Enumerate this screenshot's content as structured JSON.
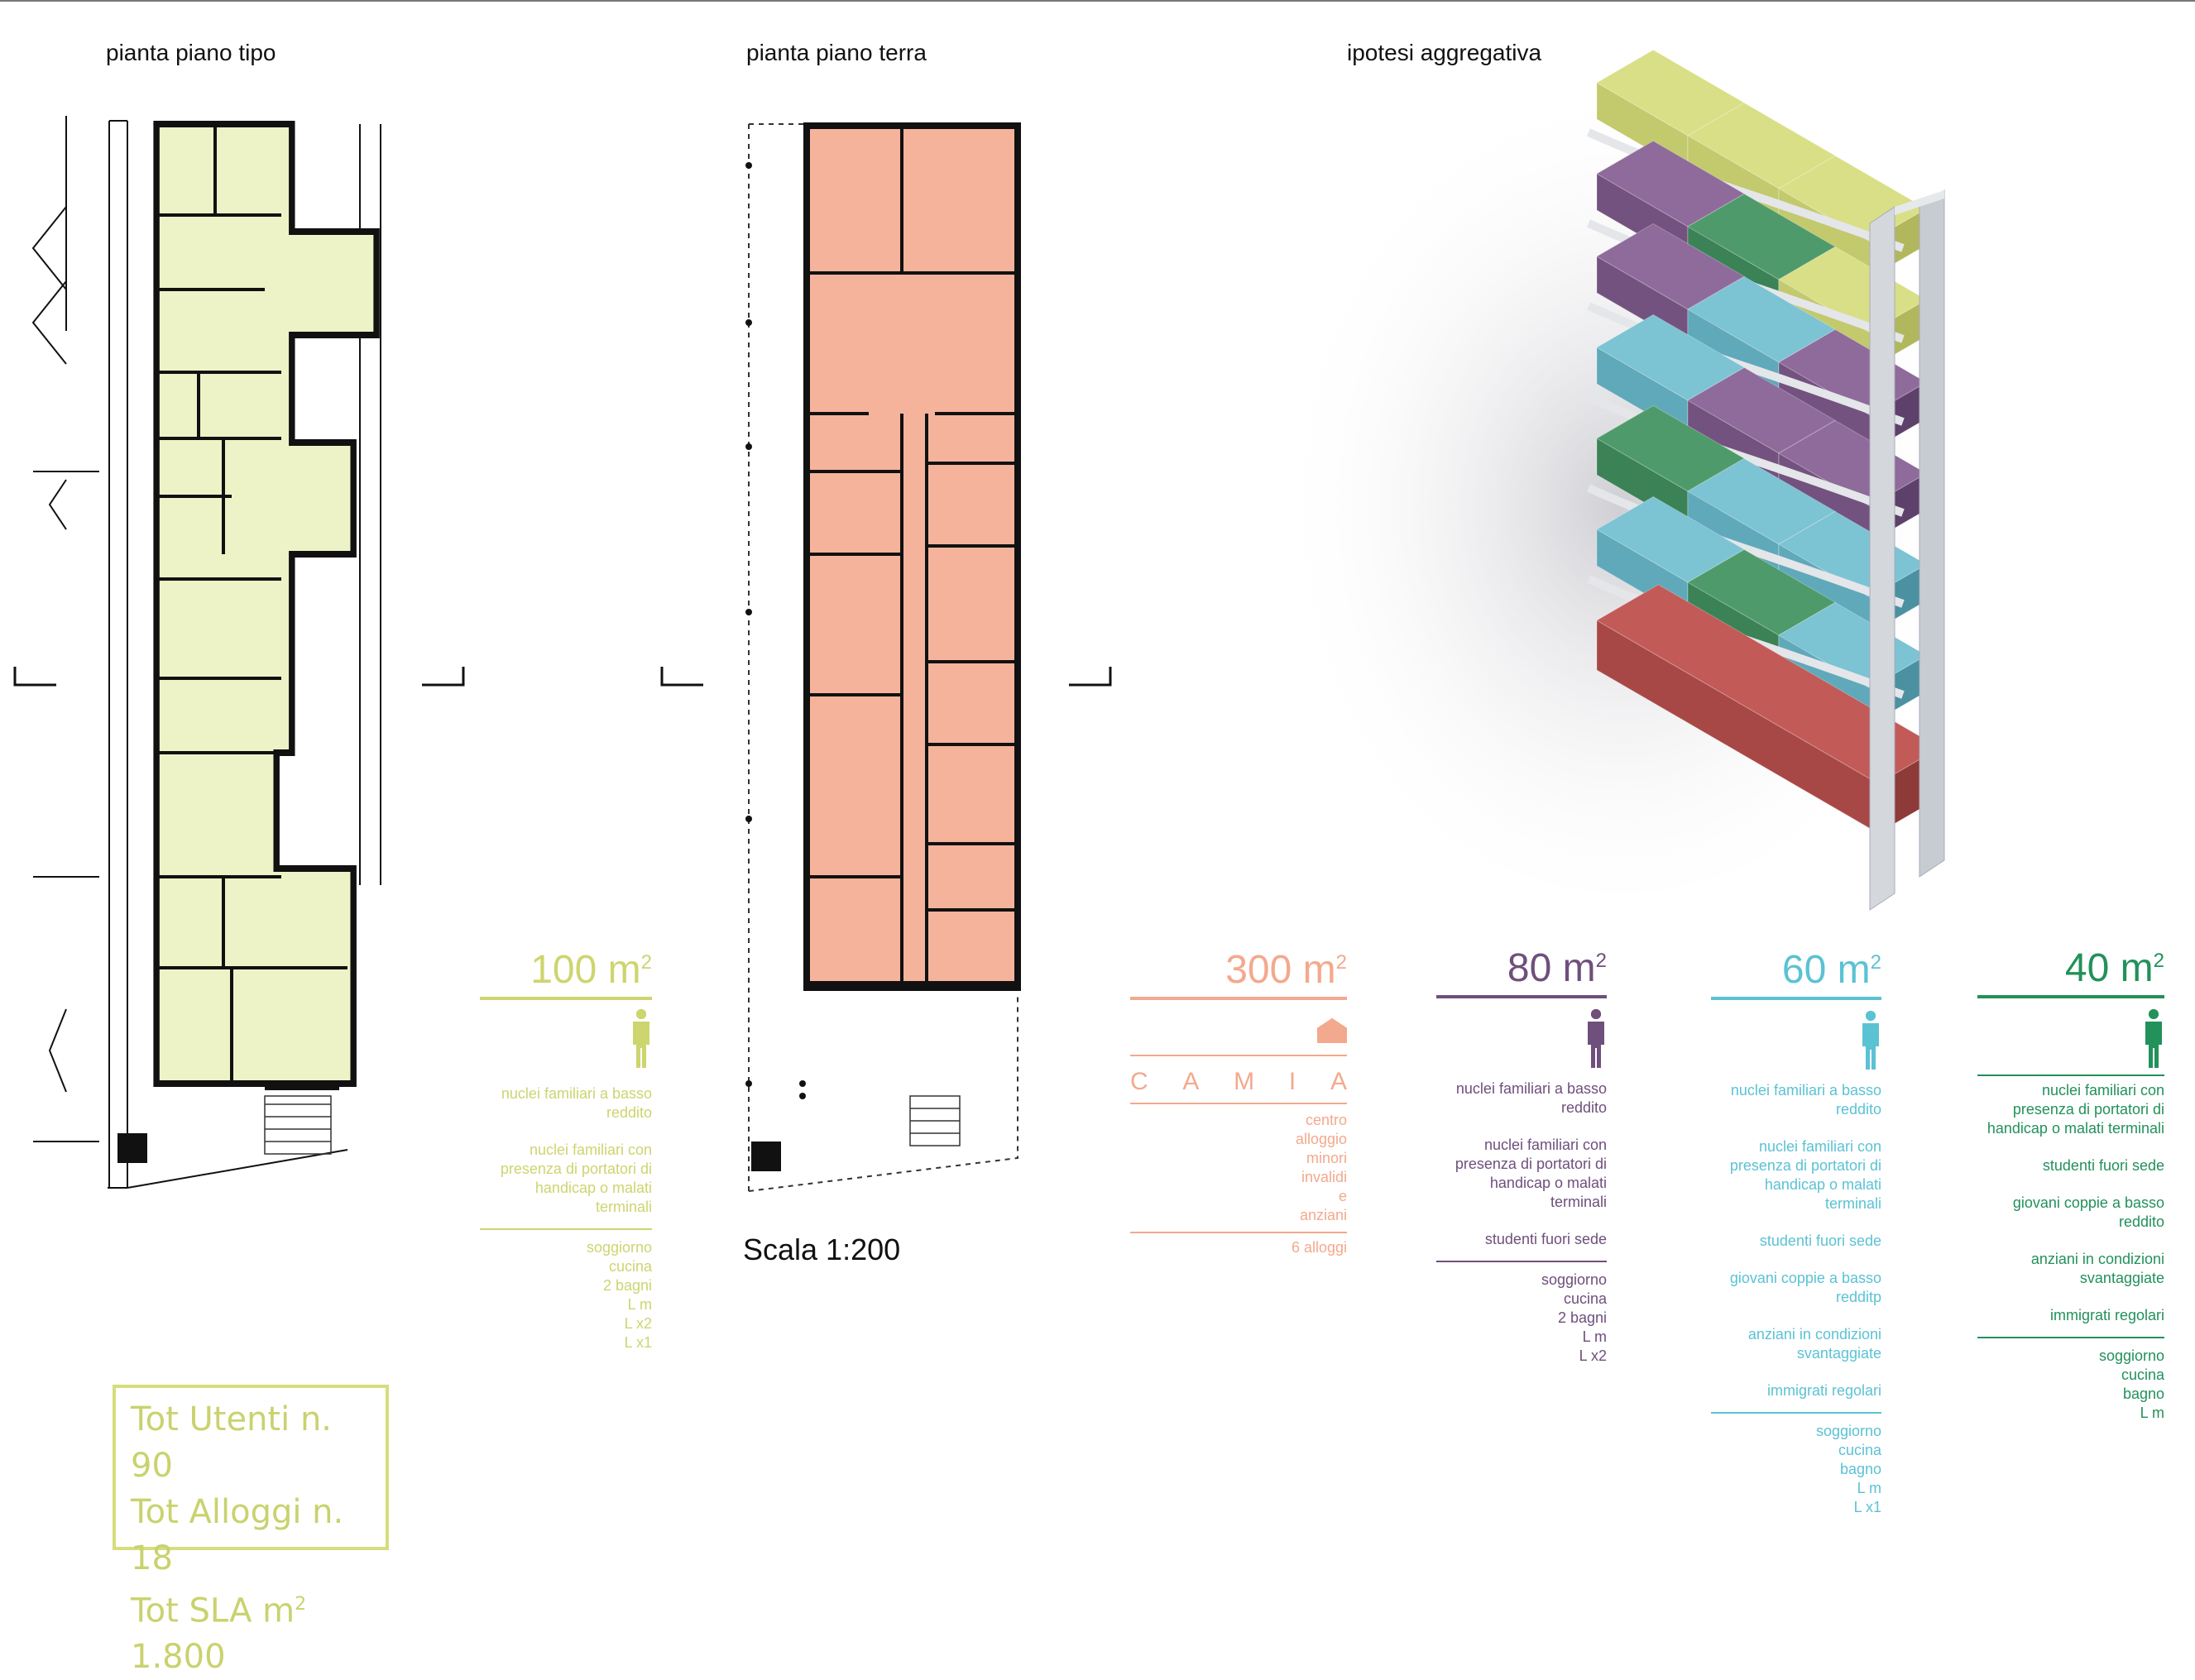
{
  "titles": {
    "typical_floor": "pianta piano tipo",
    "ground_floor": "pianta piano terra",
    "aggregation": "ipotesi aggregativa"
  },
  "scale": "Scala 1:200",
  "colors": {
    "m100": "#cdd56f",
    "m300": "#f3a98d",
    "m80": "#6f4f7c",
    "m60": "#5bc2d4",
    "m40": "#22915a",
    "plan_yellow": "#edf3c6",
    "plan_salmon": "#f6b39c"
  },
  "units": {
    "m100": {
      "area": "100 m",
      "sup": "2",
      "icon": "person-icon",
      "count": 5,
      "users": [
        "nuclei familiari a basso reddito",
        "nuclei familiari con presenza di portatori di handicap o malati terminali"
      ],
      "rooms": [
        "soggiorno",
        "cucina",
        "2 bagni",
        "L m",
        "L x2",
        "L x1"
      ]
    },
    "m300": {
      "area": "300 m",
      "sup": "2",
      "icon": "house-icon",
      "count": 6,
      "letters": [
        "C",
        "A",
        "M",
        "I",
        "A"
      ],
      "desc": [
        "centro",
        "alloggio",
        "minori",
        "invalidi",
        "e",
        "anziani"
      ],
      "alloggi": "6 alloggi"
    },
    "m80": {
      "area": "80 m",
      "sup": "2",
      "icon": "person-icon",
      "count": 4,
      "users": [
        "nuclei familiari a basso reddito",
        "nuclei familiari con presenza di portatori di handicap o malati terminali",
        "studenti fuori sede"
      ],
      "rooms": [
        "soggiorno",
        "cucina",
        "2 bagni",
        "L m",
        "L x2"
      ]
    },
    "m60": {
      "area": "60 m",
      "sup": "2",
      "icon": "person-icon",
      "count": 3,
      "users": [
        "nuclei familiari a basso reddito",
        "nuclei familiari con presenza di portatori di handicap o malati terminali",
        "studenti fuori sede",
        "giovani coppie a basso redditp",
        "anziani in condizioni svantaggiate",
        "immigrati regolari"
      ],
      "rooms": [
        "soggiorno",
        "cucina",
        "bagno",
        "L m",
        "L x1"
      ]
    },
    "m40": {
      "area": "40 m",
      "sup": "2",
      "icon": "person-icon",
      "count": 2,
      "users": [
        "nuclei familiari con presenza di portatori di handicap o malati terminali",
        "studenti fuori sede",
        "giovani coppie a basso reddito",
        "anziani in condizioni svantaggiate",
        "immigrati regolari"
      ],
      "rooms": [
        "soggiorno",
        "cucina",
        "bagno",
        "L m"
      ]
    }
  },
  "totals": {
    "utenti": "Tot Utenti n. 90",
    "alloggi": "Tot Alloggi n. 18",
    "sla_prefix": "Tot SLA m",
    "sla_sup": "2",
    "sla_value": " 1.800"
  }
}
